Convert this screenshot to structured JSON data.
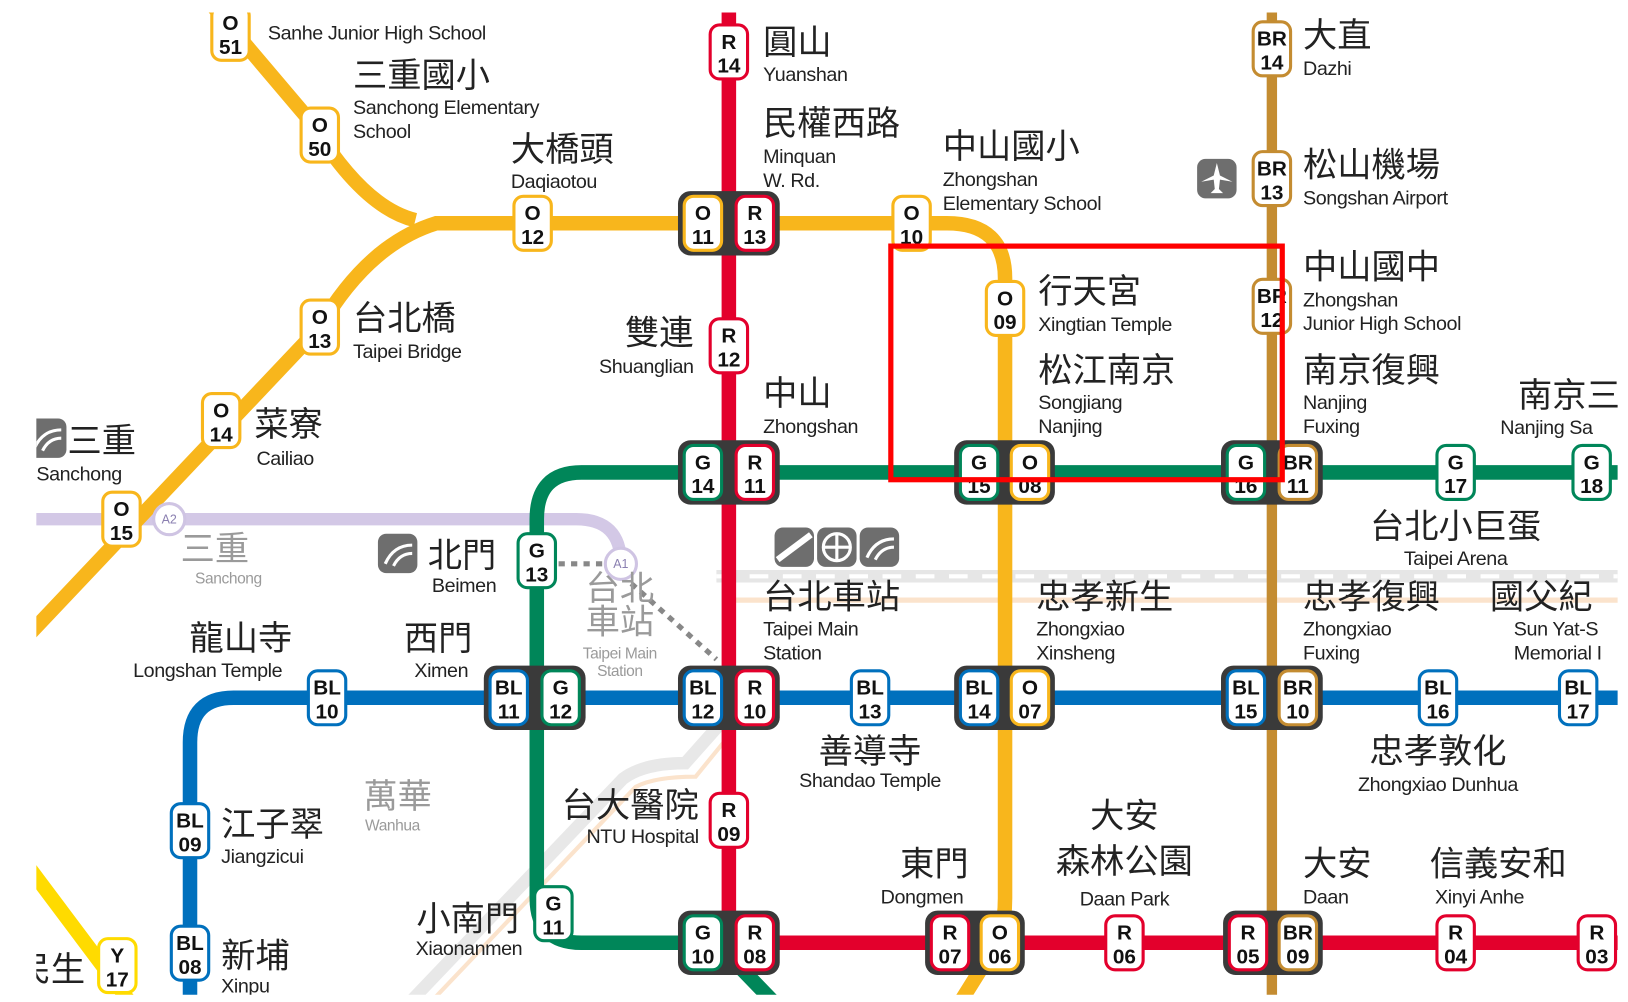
{
  "line_colors": {
    "O": "#F8B61C",
    "R": "#E3002C",
    "G": "#008659",
    "BL": "#0070BD",
    "BR": "#C48C31",
    "A": "#C9BCE0",
    "Y": "#FFDB00",
    "highlight": "#FF0000",
    "interchange": "#3A3A3A"
  },
  "airport_stops": [
    "A2",
    "A1"
  ],
  "stations": [
    {
      "zh": [],
      "en": [
        "Sanhe Junior High School"
      ],
      "codes": [
        {
          "line": "O",
          "num": "51"
        }
      ]
    },
    {
      "zh": [
        "三重國小"
      ],
      "en": [
        "Sanchong Elementary",
        "School"
      ],
      "codes": [
        {
          "line": "O",
          "num": "50"
        }
      ]
    },
    {
      "zh": [
        "大橋頭"
      ],
      "en": [
        "Daqiaotou"
      ],
      "codes": [
        {
          "line": "O",
          "num": "12"
        }
      ]
    },
    {
      "zh": [
        "台北橋"
      ],
      "en": [
        "Taipei Bridge"
      ],
      "codes": [
        {
          "line": "O",
          "num": "13"
        }
      ]
    },
    {
      "zh": [
        "菜寮"
      ],
      "en": [
        "Cailiao"
      ],
      "codes": [
        {
          "line": "O",
          "num": "14"
        }
      ]
    },
    {
      "zh": [
        "三重"
      ],
      "en": [
        "Sanchong"
      ],
      "codes": [
        {
          "line": "O",
          "num": "15"
        }
      ],
      "icon": "airport-mrt-icon"
    },
    {
      "zh": [
        "圓山"
      ],
      "en": [
        "Yuanshan"
      ],
      "codes": [
        {
          "line": "R",
          "num": "14"
        }
      ]
    },
    {
      "zh": [
        "民權西路"
      ],
      "en": [
        "Minquan",
        "W. Rd."
      ],
      "codes": [
        {
          "line": "O",
          "num": "11"
        },
        {
          "line": "R",
          "num": "13"
        }
      ]
    },
    {
      "zh": [
        "雙連"
      ],
      "en": [
        "Shuanglian"
      ],
      "codes": [
        {
          "line": "R",
          "num": "12"
        }
      ]
    },
    {
      "zh": [
        "中山"
      ],
      "en": [
        "Zhongshan"
      ],
      "codes": [
        {
          "line": "G",
          "num": "14"
        },
        {
          "line": "R",
          "num": "11"
        }
      ]
    },
    {
      "zh": [
        "中山國小"
      ],
      "en": [
        "Zhongshan",
        "Elementary School"
      ],
      "codes": [
        {
          "line": "O",
          "num": "10"
        }
      ]
    },
    {
      "zh": [
        "行天宮"
      ],
      "en": [
        "Xingtian Temple"
      ],
      "codes": [
        {
          "line": "O",
          "num": "09"
        }
      ]
    },
    {
      "zh": [
        "松江南京"
      ],
      "en": [
        "Songjiang",
        "Nanjing"
      ],
      "codes": [
        {
          "line": "G",
          "num": "15"
        },
        {
          "line": "O",
          "num": "08"
        }
      ]
    },
    {
      "zh": [
        "大直"
      ],
      "en": [
        "Dazhi"
      ],
      "codes": [
        {
          "line": "BR",
          "num": "14"
        }
      ]
    },
    {
      "zh": [
        "松山機場"
      ],
      "en": [
        "Songshan Airport"
      ],
      "codes": [
        {
          "line": "BR",
          "num": "13"
        }
      ],
      "icon": "airplane-icon"
    },
    {
      "zh": [
        "中山國中"
      ],
      "en": [
        "Zhongshan",
        "Junior High School"
      ],
      "codes": [
        {
          "line": "BR",
          "num": "12"
        }
      ]
    },
    {
      "zh": [
        "南京復興"
      ],
      "en": [
        "Nanjing",
        "Fuxing"
      ],
      "codes": [
        {
          "line": "G",
          "num": "16"
        },
        {
          "line": "BR",
          "num": "11"
        }
      ]
    },
    {
      "zh": [
        "南京三"
      ],
      "en": [
        "Nanjing Sa"
      ],
      "codes": [
        {
          "line": "G",
          "num": "17"
        }
      ]
    },
    {
      "zh": [
        "台北小巨蛋"
      ],
      "en": [
        "Taipei Arena"
      ],
      "codes": [
        {
          "line": "G",
          "num": "18"
        }
      ]
    },
    {
      "zh": [
        "北門"
      ],
      "en": [
        "Beimen"
      ],
      "codes": [
        {
          "line": "G",
          "num": "13"
        }
      ],
      "icon": "airport-mrt-icon"
    },
    {
      "zh": [
        "三重"
      ],
      "en": [
        "Sanchong"
      ],
      "codes": [],
      "faded": true
    },
    {
      "zh": [
        "台北",
        "車站"
      ],
      "en": [
        "Taipei Main",
        "Station"
      ],
      "codes": [],
      "faded": true
    },
    {
      "zh": [
        "台北車站"
      ],
      "en": [
        "Taipei Main",
        "Station"
      ],
      "codes": [
        {
          "line": "BL",
          "num": "12"
        },
        {
          "line": "R",
          "num": "10"
        }
      ],
      "icons": [
        "hsr-icon",
        "tra-icon",
        "airport-mrt-icon"
      ]
    },
    {
      "zh": [
        "龍山寺"
      ],
      "en": [
        "Longshan Temple"
      ],
      "codes": [
        {
          "line": "BL",
          "num": "10"
        }
      ]
    },
    {
      "zh": [
        "西門"
      ],
      "en": [
        "Ximen"
      ],
      "codes": [
        {
          "line": "BL",
          "num": "11"
        },
        {
          "line": "G",
          "num": "12"
        }
      ]
    },
    {
      "zh": [
        "善導寺"
      ],
      "en": [
        "Shandao Temple"
      ],
      "codes": [
        {
          "line": "BL",
          "num": "13"
        }
      ]
    },
    {
      "zh": [
        "忠孝新生"
      ],
      "en": [
        "Zhongxiao",
        "Xinsheng"
      ],
      "codes": [
        {
          "line": "BL",
          "num": "14"
        },
        {
          "line": "O",
          "num": "07"
        }
      ]
    },
    {
      "zh": [
        "忠孝復興"
      ],
      "en": [
        "Zhongxiao",
        "Fuxing"
      ],
      "codes": [
        {
          "line": "BL",
          "num": "15"
        },
        {
          "line": "BR",
          "num": "10"
        }
      ]
    },
    {
      "zh": [
        "忠孝敦化"
      ],
      "en": [
        "Zhongxiao Dunhua"
      ],
      "codes": [
        {
          "line": "BL",
          "num": "16"
        }
      ]
    },
    {
      "zh": [
        "國父紀"
      ],
      "en": [
        "Sun Yat-S",
        "Memorial I"
      ],
      "codes": [
        {
          "line": "BL",
          "num": "17"
        }
      ]
    },
    {
      "zh": [
        "江子翠"
      ],
      "en": [
        "Jiangzicui"
      ],
      "codes": [
        {
          "line": "BL",
          "num": "09"
        }
      ]
    },
    {
      "zh": [
        "萬華"
      ],
      "en": [
        "Wanhua"
      ],
      "codes": [],
      "faded": true
    },
    {
      "zh": [
        "台大醫院"
      ],
      "en": [
        "NTU Hospital"
      ],
      "codes": [
        {
          "line": "R",
          "num": "09"
        }
      ]
    },
    {
      "zh": [
        "小南門"
      ],
      "en": [
        "Xiaonanmen"
      ],
      "codes": [
        {
          "line": "G",
          "num": "11"
        }
      ]
    },
    {
      "zh": [
        "新埔"
      ],
      "en": [
        "Xinpu"
      ],
      "codes": [
        {
          "line": "BL",
          "num": "08"
        }
      ]
    },
    {
      "zh": [
        "民生"
      ],
      "en": [],
      "codes": [
        {
          "line": "Y",
          "num": "17"
        }
      ]
    },
    {
      "zh": [],
      "en": [],
      "codes": [
        {
          "line": "G",
          "num": "10"
        },
        {
          "line": "R",
          "num": "08"
        }
      ]
    },
    {
      "zh": [
        "東門"
      ],
      "en": [
        "Dongmen"
      ],
      "codes": [
        {
          "line": "R",
          "num": "07"
        },
        {
          "line": "O",
          "num": "06"
        }
      ]
    },
    {
      "zh": [
        "大安",
        "森林公園"
      ],
      "en": [
        "Daan Park"
      ],
      "codes": [
        {
          "line": "R",
          "num": "06"
        }
      ]
    },
    {
      "zh": [
        "大安"
      ],
      "en": [
        "Daan"
      ],
      "codes": [
        {
          "line": "R",
          "num": "05"
        },
        {
          "line": "BR",
          "num": "09"
        }
      ]
    },
    {
      "zh": [
        "信義安和"
      ],
      "en": [
        "Xinyi Anhe"
      ],
      "codes": [
        {
          "line": "R",
          "num": "04"
        }
      ]
    },
    {
      "zh": [],
      "en": [],
      "codes": [
        {
          "line": "R",
          "num": "03"
        }
      ]
    }
  ]
}
